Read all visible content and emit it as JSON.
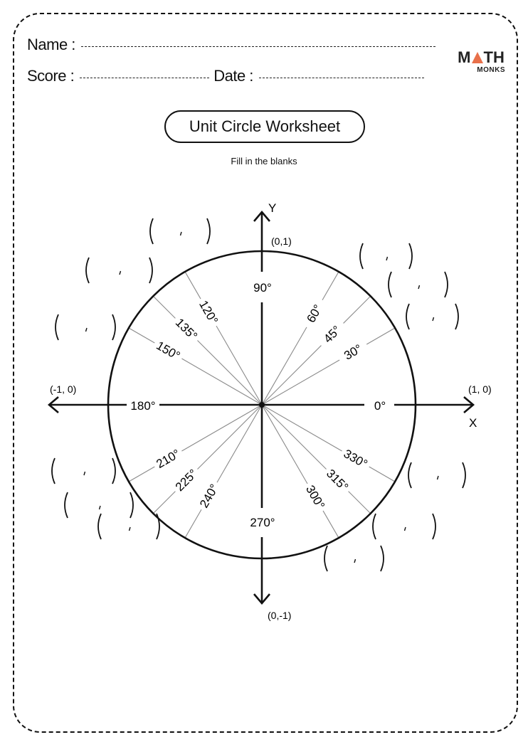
{
  "header": {
    "name_label": "Name :",
    "score_label": "Score :",
    "date_label": "Date :"
  },
  "logo": {
    "main_left": "M",
    "main_right": "TH",
    "sub": "MONKS",
    "accent_color": "#e8704a"
  },
  "title": "Unit Circle Worksheet",
  "instructions": "Fill in the blanks",
  "diagram": {
    "axis_labels": {
      "x": "X",
      "y": "Y"
    },
    "axis_points": {
      "top": "(0,1)",
      "bottom": "(0,-1)",
      "left": "(-1, 0)",
      "right": "(1, 0)"
    },
    "angles": [
      {
        "deg": 0,
        "label": "0°"
      },
      {
        "deg": 30,
        "label": "30°"
      },
      {
        "deg": 45,
        "label": "45°"
      },
      {
        "deg": 60,
        "label": "60°"
      },
      {
        "deg": 90,
        "label": "90°"
      },
      {
        "deg": 120,
        "label": "120°"
      },
      {
        "deg": 135,
        "label": "135°"
      },
      {
        "deg": 150,
        "label": "150°"
      },
      {
        "deg": 180,
        "label": "180°"
      },
      {
        "deg": 210,
        "label": "210°"
      },
      {
        "deg": 225,
        "label": "225°"
      },
      {
        "deg": 240,
        "label": "240°"
      },
      {
        "deg": 270,
        "label": "270°"
      },
      {
        "deg": 300,
        "label": "300°"
      },
      {
        "deg": 315,
        "label": "315°"
      },
      {
        "deg": 330,
        "label": "330°"
      }
    ],
    "coordinate_blanks": [
      {
        "angle": 120,
        "text": "(   ,   )"
      },
      {
        "angle": 135,
        "text": "(   ,   )"
      },
      {
        "angle": 150,
        "text": "(   ,   )"
      },
      {
        "angle": 60,
        "text": "(   ,   )"
      },
      {
        "angle": 45,
        "text": "(   ,   )"
      },
      {
        "angle": 30,
        "text": "(   ,   )"
      },
      {
        "angle": 210,
        "text": "(   ,   )"
      },
      {
        "angle": 225,
        "text": "(   ,   )"
      },
      {
        "angle": 240,
        "text": "(   ,   )"
      },
      {
        "angle": 330,
        "text": "(   ,   )"
      },
      {
        "angle": 315,
        "text": "(   ,   )"
      },
      {
        "angle": 300,
        "text": "(   ,   )"
      }
    ]
  }
}
